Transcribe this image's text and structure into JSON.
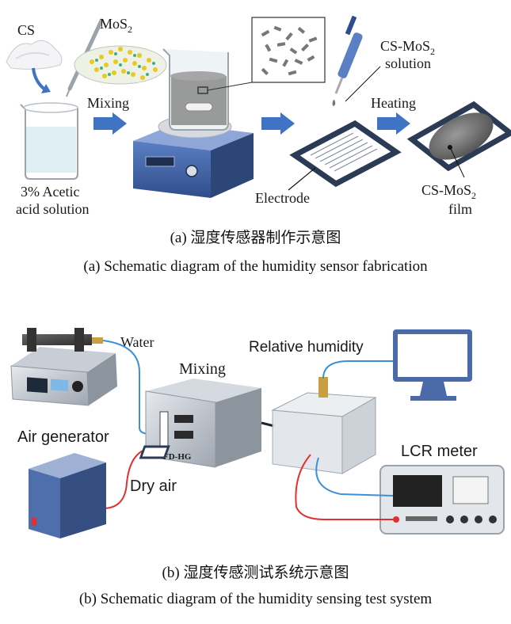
{
  "panel_a": {
    "label_cs": "CS",
    "label_mos2_main": "MoS",
    "label_mos2_sub": "2",
    "label_mixing": "Mixing",
    "label_solution_main": "CS-MoS",
    "label_solution_sub": "2",
    "label_solution_line2": "solution",
    "label_heating": "Heating",
    "label_acetic_line1": "3% Acetic",
    "label_acetic_line2": "acid solution",
    "label_electrode": "Electrode",
    "label_film_main": "CS-MoS",
    "label_film_sub": "2",
    "label_film_line2": "film",
    "caption_cn": "(a) 湿度传感器制作示意图",
    "caption_en": "(a) Schematic diagram of the humidity sensor fabrication"
  },
  "panel_b": {
    "label_water": "Water",
    "label_mixing": "Mixing",
    "label_relative_humidity": "Relative humidity",
    "label_air_generator": "Air generator",
    "label_device": "FD-HG",
    "label_dry_air": "Dry air",
    "label_lcr": "LCR meter",
    "caption_cn": "(b) 湿度传感测试系统示意图",
    "caption_en": "(b) Schematic diagram of the humidity sensing test system"
  },
  "colors": {
    "arrow_blue": "#3f73c4",
    "tube_blue": "#3d8fd8",
    "tube_red": "#e03030",
    "device_blue": "#4a6aa8",
    "device_gray": "#9aa3ae"
  }
}
